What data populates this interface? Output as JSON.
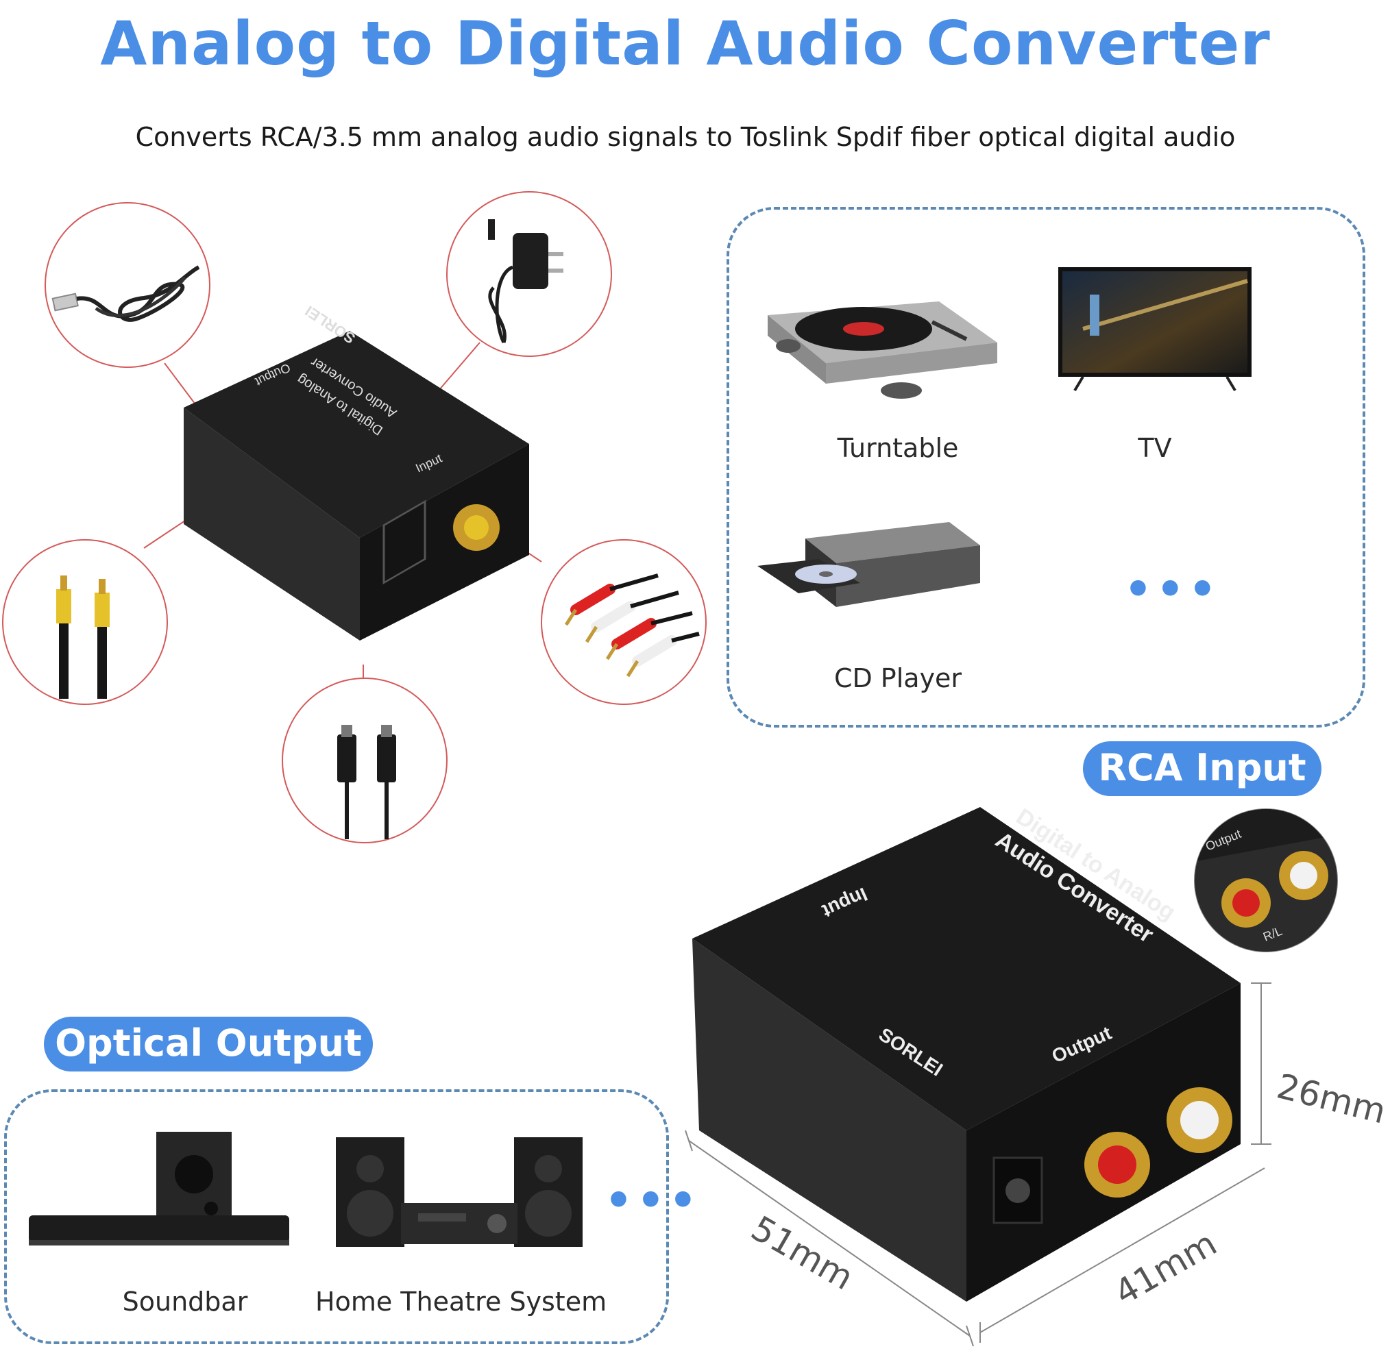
{
  "title": "Analog to Digital Audio Converter",
  "subtitle": "Converts RCA/3.5 mm analog audio signals to Toslink Spdif fiber optical digital audio",
  "source_devices": {
    "turntable": "Turntable",
    "tv": "TV",
    "cd_player": "CD Player",
    "more": "•••"
  },
  "rca_input_label": "RCA Input",
  "optical_output_label": "Optical Output",
  "output_devices": {
    "soundbar": "Soundbar",
    "home_theatre": "Home Theatre System",
    "more": "•••"
  },
  "device_print": {
    "brand": "SORLEI",
    "product_line1": "Digital to Analog",
    "product_line2": "Audio Converter",
    "input": "Input",
    "output": "Output",
    "rl": "R/L",
    "zoom_output": "Output"
  },
  "dimensions": {
    "height": "26mm",
    "depth": "51mm",
    "width": "41mm"
  },
  "colors": {
    "accent": "#4a8ee6",
    "panel_border": "#5b89b3",
    "callout_circle": "#d45a5a",
    "device_body": "#1c1c1c"
  }
}
